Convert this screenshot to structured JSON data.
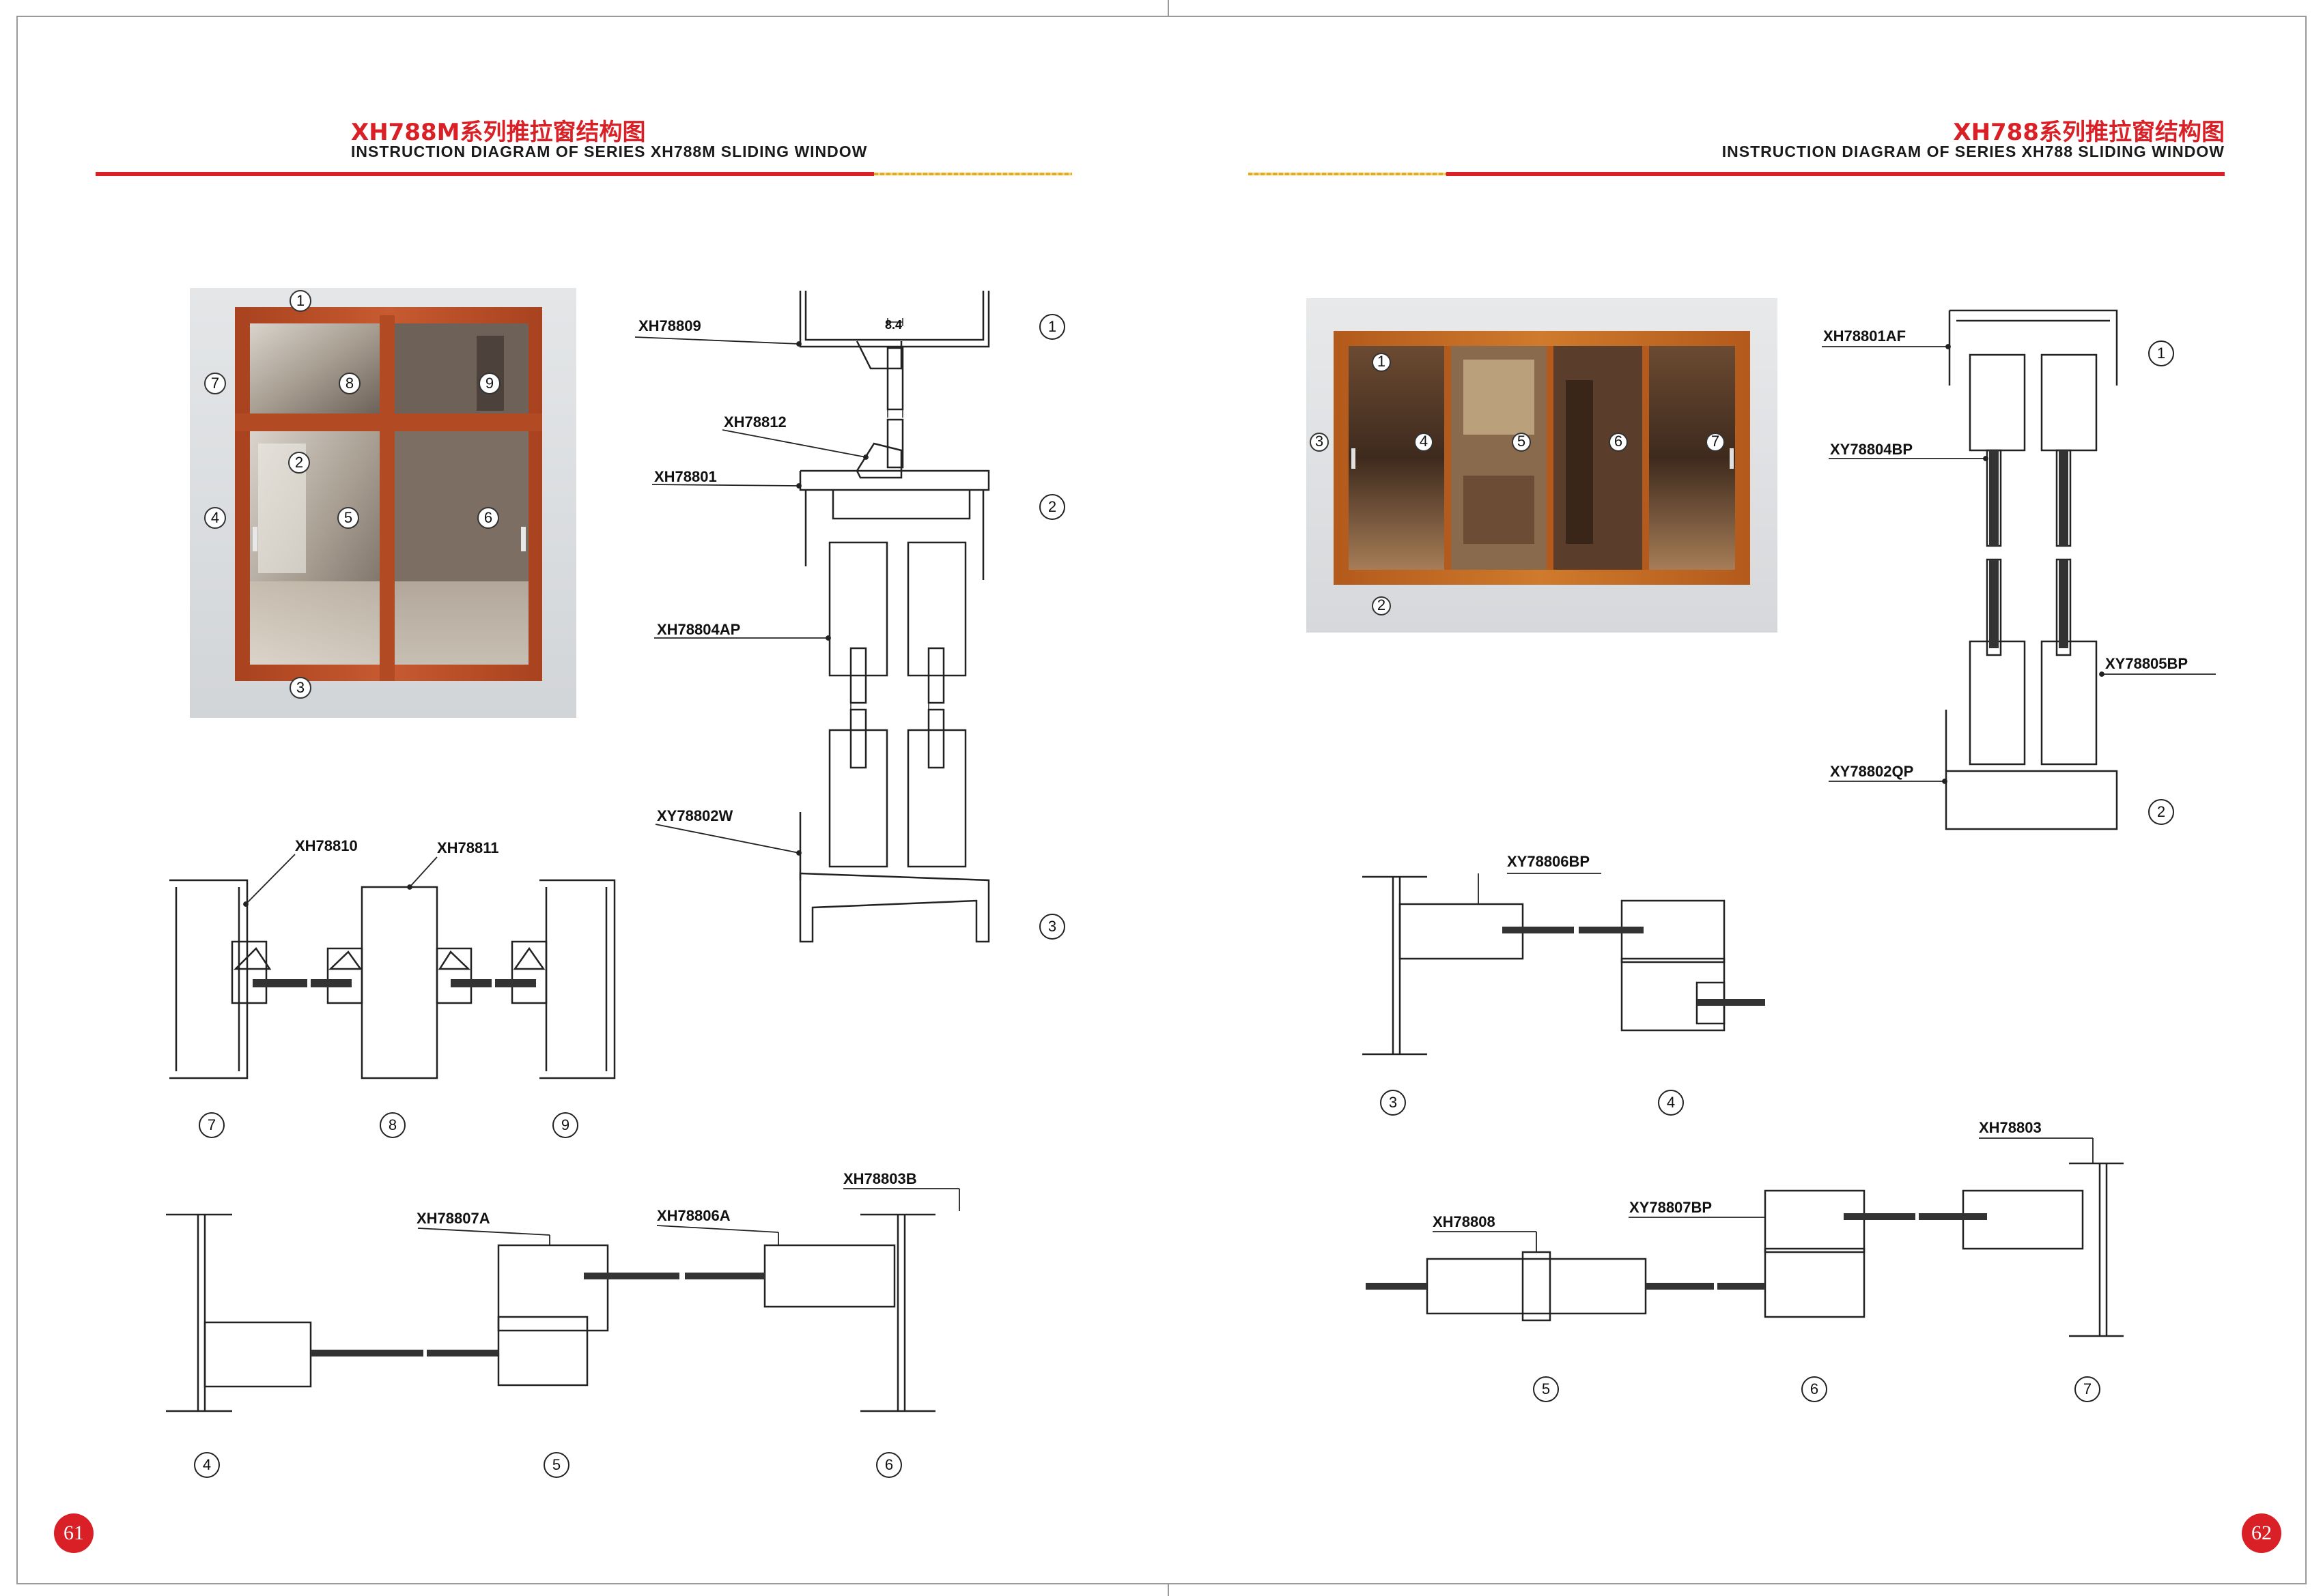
{
  "left_page": {
    "title_cn": "XH788M系列推拉窗结构图",
    "title_en": "INSTRUCTION DIAGRAM OF SERIES XH788M SLIDING WINDOW",
    "page_number": "61",
    "photo_markers": [
      "1",
      "2",
      "3",
      "4",
      "5",
      "6",
      "7",
      "8",
      "9"
    ],
    "labels": {
      "xh78809": "XH78809",
      "dim_8_4": "8.4",
      "xh78812": "XH78812",
      "xh78801": "XH78801",
      "xh78804ap": "XH78804AP",
      "xy78802w": "XY78802W",
      "xh78810": "XH78810",
      "xh78811": "XH78811",
      "xh78807a": "XH78807A",
      "xh78806a": "XH78806A",
      "xh78803b": "XH78803B"
    },
    "section_numbers": {
      "s1": "1",
      "s2": "2",
      "s3": "3",
      "s7": "7",
      "s8": "8",
      "s9": "9",
      "s4": "4",
      "s5": "5",
      "s6": "6"
    }
  },
  "right_page": {
    "title_cn": "XH788系列推拉窗结构图",
    "title_en": "INSTRUCTION DIAGRAM OF SERIES XH788 SLIDING WINDOW",
    "page_number": "62",
    "photo_markers": [
      "1",
      "2",
      "3",
      "4",
      "5",
      "6",
      "7"
    ],
    "labels": {
      "xh78801af": "XH78801AF",
      "xy78804bp": "XY78804BP",
      "xy78805bp": "XY78805BP",
      "xy78802qp": "XY78802QP",
      "xy78806bp": "XY78806BP",
      "xh78803": "XH78803",
      "xh78808": "XH78808",
      "xy78807bp": "XY78807BP"
    },
    "section_numbers": {
      "s1": "1",
      "s2": "2",
      "s3": "3",
      "s4": "4",
      "s5": "5",
      "s6": "6",
      "s7": "7"
    }
  },
  "colors": {
    "accent_red": "#d92026",
    "accent_yellow": "#e6a81e",
    "frame_wood": "#b9502b",
    "frame_wood_right": "#c0671f"
  }
}
